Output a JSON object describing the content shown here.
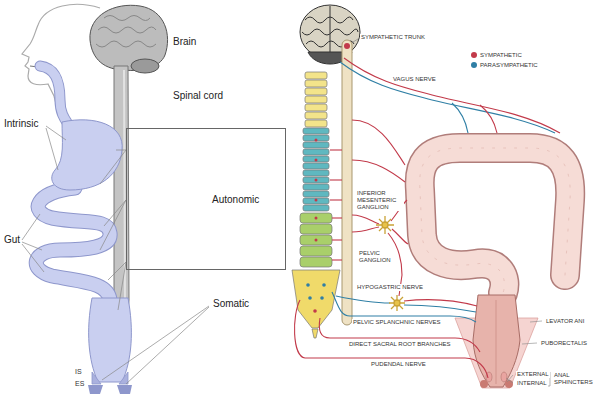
{
  "diagram": {
    "nodes": [
      {
        "text": [
          "Autonomic"
        ]
      }
    ],
    "labels": [
      "Brain",
      "Spinal cord",
      "Intrinsic",
      "Gut",
      "Somatic",
      "IS",
      "ES",
      "SYMPATHETIC TRUNK",
      "VAGUS NERVE",
      "INFERIOR MESENTERIC GANGLION",
      "PELVIC GANGLION",
      "HYPOGASTRIC NERVE",
      "PELVIC SPLANCHNIC NERVES",
      "DIRECT SACRAL ROOT BRANCHES",
      "PUDENDAL NERVE",
      "LEVATOR ANI",
      "PUBORECTALIS",
      "EXTERNAL",
      "INTERNAL",
      "ANAL SPHINCTERS"
    ],
    "legend": [
      {
        "text": "SYMPATHETIC",
        "color": "#c23a4a"
      },
      {
        "text": "PARASYMPATHETIC",
        "color": "#2f7fa5"
      }
    ]
  }
}
